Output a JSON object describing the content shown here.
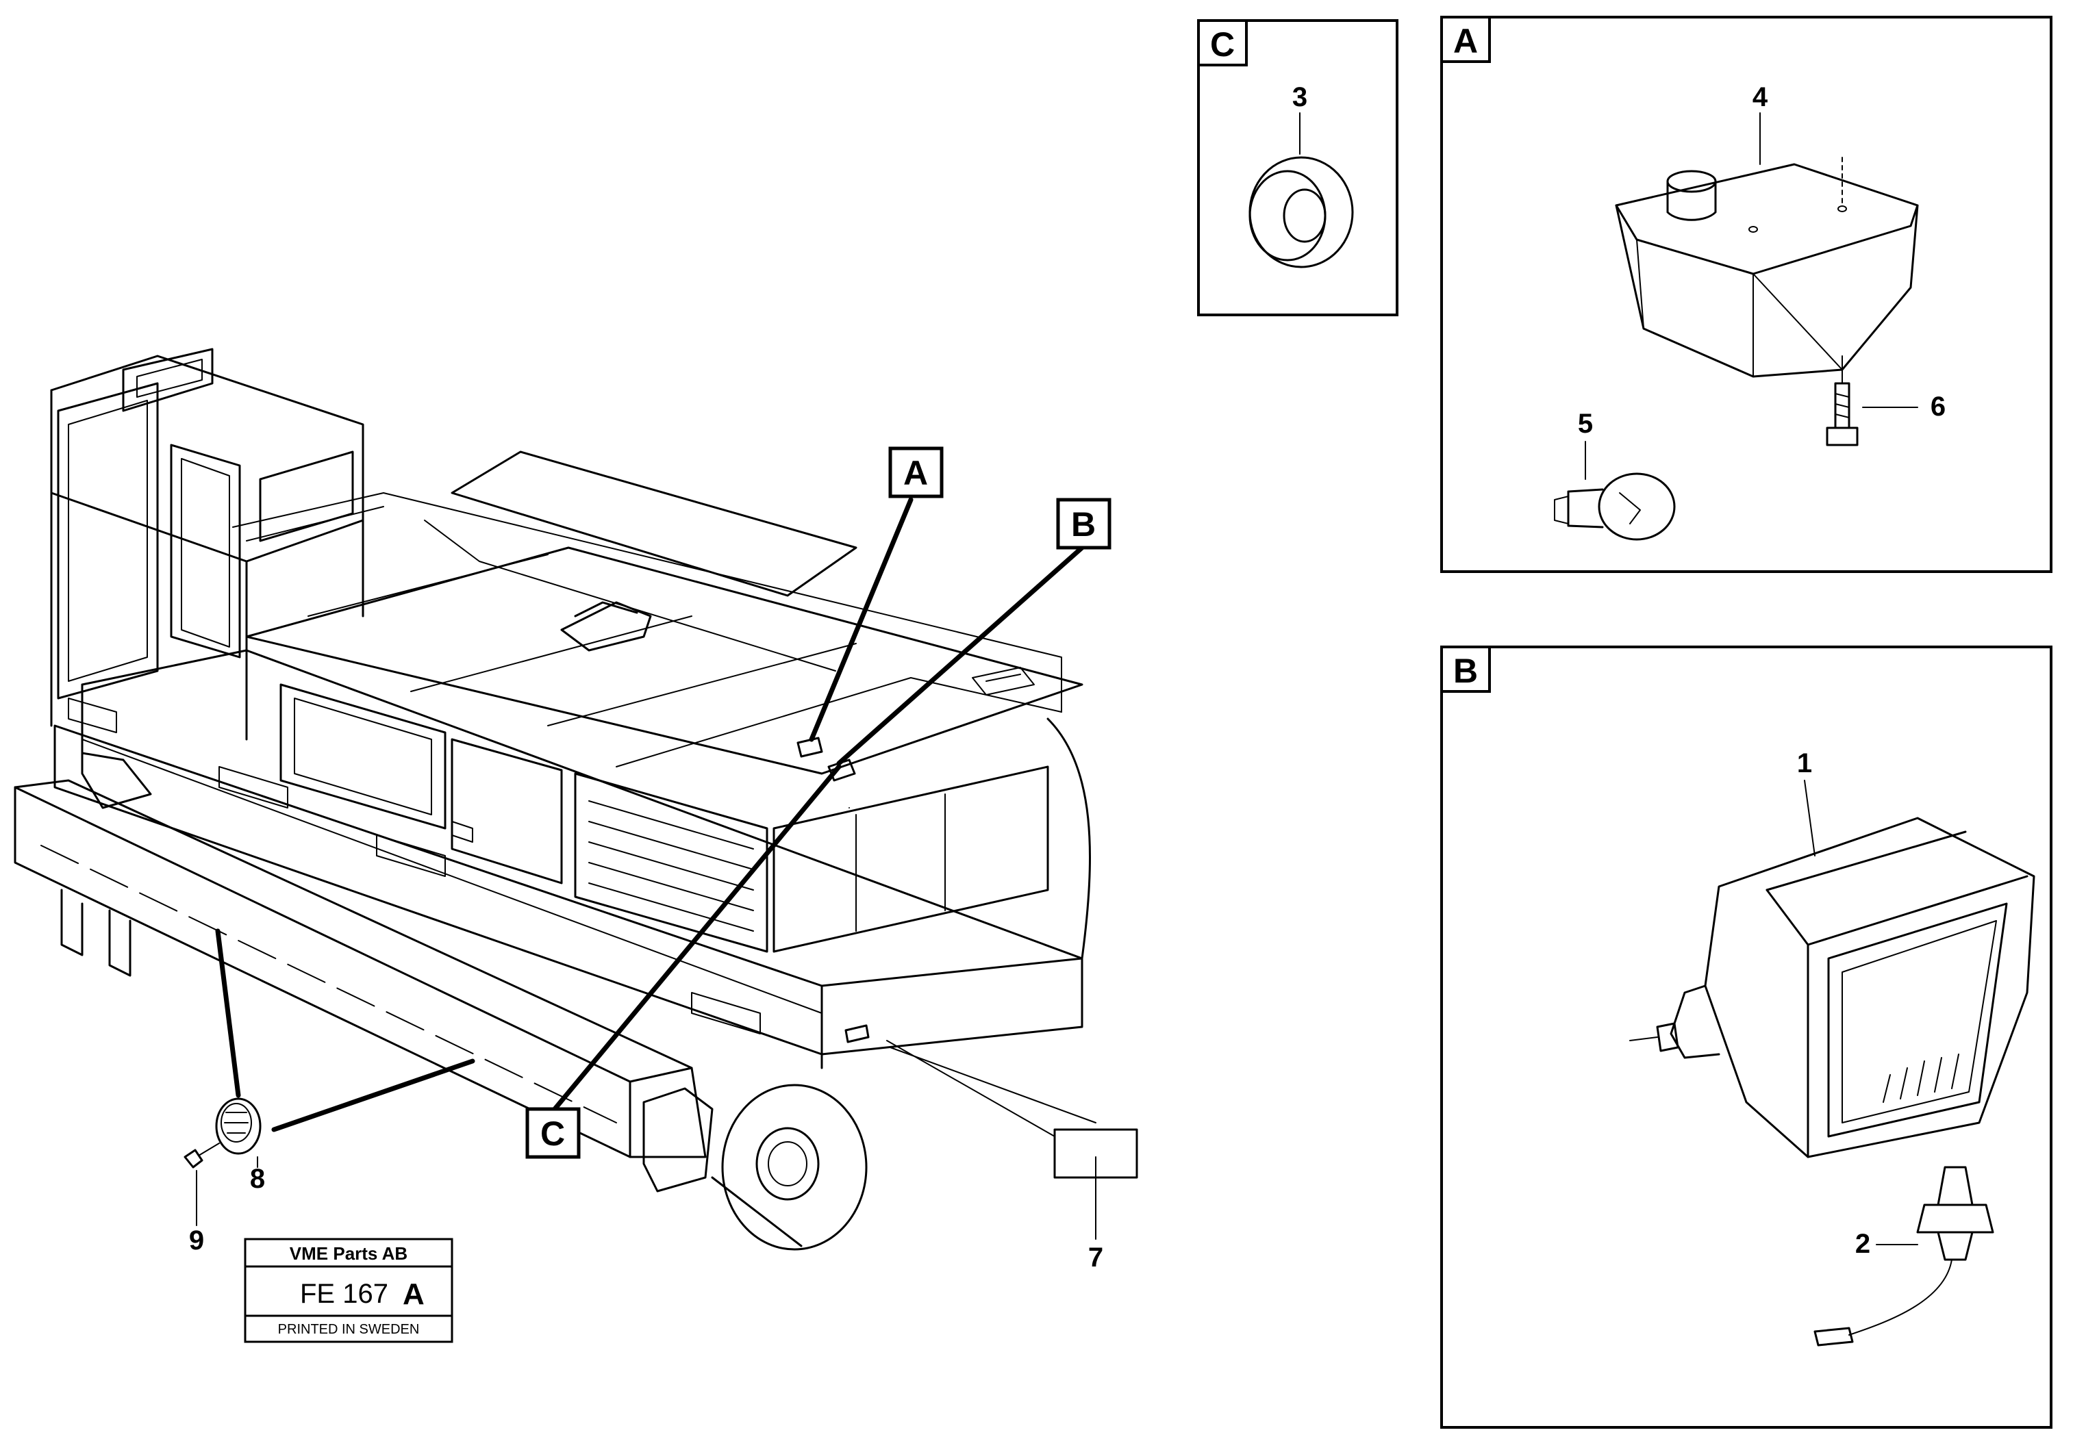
{
  "callouts": {
    "A": "A",
    "B": "B",
    "C": "C"
  },
  "detail_views": {
    "C": {
      "label": "C",
      "parts": [
        "3"
      ]
    },
    "A": {
      "label": "A",
      "parts": [
        "4",
        "5",
        "6"
      ]
    },
    "B": {
      "label": "B",
      "parts": [
        "1",
        "2"
      ]
    }
  },
  "part_numbers": {
    "p1": "1",
    "p2": "2",
    "p3": "3",
    "p4": "4",
    "p5": "5",
    "p6": "6",
    "p7": "7",
    "p8": "8",
    "p9": "9"
  },
  "title_block": {
    "company": "VME Parts AB",
    "drawing_number": "FE 167",
    "revision": "A",
    "printed": "PRINTED IN SWEDEN"
  }
}
